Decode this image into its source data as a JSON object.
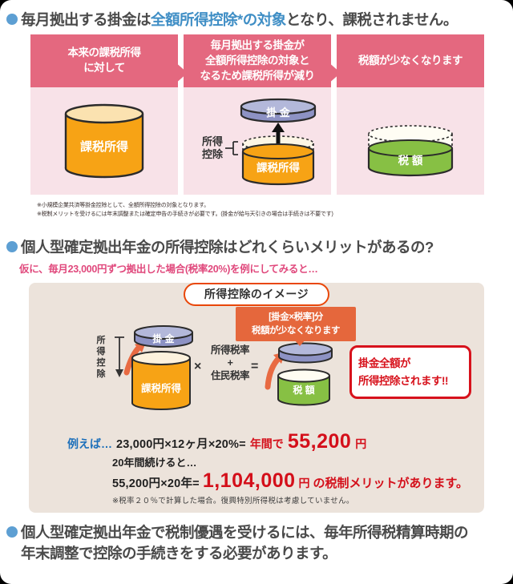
{
  "colors": {
    "header_pink": "#e4687f",
    "body_pink": "#f8e2e8",
    "bullet_blue": "#5d9fd3",
    "highlight_blue": "#3f8ec5",
    "cylinder_orange": "#f7a315",
    "disc_blue": "#8d92c4",
    "cylinder_green": "#87c044",
    "callout_orange": "#e5673c",
    "accent_red": "#d7121c",
    "sub_pink": "#e0487c",
    "panel_beige": "#ece3db"
  },
  "section1": {
    "heading": {
      "pre": "毎月拠出する掛金は",
      "highlight": "全額所得控除*の対象",
      "post": "となり、課税されません。"
    },
    "boxes": [
      {
        "header_lines": [
          "本来の課税所得",
          "に対して"
        ],
        "cylinder_label": "課税所得"
      },
      {
        "header_lines": [
          "毎月拠出する掛金が",
          "全額所得控除の対象と",
          "なるため課税所得が減り"
        ],
        "deduction_lines": [
          "所得",
          "控除"
        ],
        "disc_label": "掛 金",
        "cylinder_label": "課税所得"
      },
      {
        "header_lines": [
          "税額が少なくなります"
        ],
        "cylinder_label": "税 額"
      }
    ],
    "footnotes": [
      "※小規模企業共済等掛金控除として、全額所得控除の対象となります。",
      "※税制メリットを受けるには年末調整または確定申告の手続きが必要です。(掛金が給与天引きの場合は手続きは不要です)"
    ]
  },
  "section2": {
    "heading": "個人型確定拠出年金の所得控除はどれくらいメリットがあるの?",
    "subheading": "仮に、毎月23,000円ずつ拠出した場合(税率20%)を例にしてみると…",
    "panel": {
      "pill": "所得控除のイメージ",
      "diagram": {
        "deduction_chars": [
          "所",
          "得",
          "控",
          "除"
        ],
        "disc_label": "掛 金",
        "cylinder_label": "課税所得",
        "times": "×",
        "rates_lines": [
          "所得税率",
          "+",
          "住民税率"
        ],
        "equals": "=",
        "callout_lines": [
          "[掛金×税率]分",
          "税額が少なくなります"
        ],
        "tax_cylinder_label": "税 額",
        "highlight_box_lines": [
          "掛金全額が",
          "所得控除されます!!"
        ]
      },
      "example": {
        "lead": "例えば…",
        "formula1": "23,000円×12ヶ月×20%=",
        "result1_prefix": "年間で",
        "result1_value": "55,200",
        "result1_unit": "円",
        "continue_label": "20年間続けると…",
        "formula2": "55,200円×20年=",
        "result2_value": "1,104,000",
        "result2_unit": "円",
        "result2_suffix": "の税制メリットがあります。",
        "note": "※税率２０％で計算した場合。復興特別所得税は考慮していません。"
      }
    }
  },
  "section3": {
    "heading_lines": [
      "個人型確定拠出年金で税制優遇を受けるには、毎年所得税精算時期の",
      "年末調整で控除の手続きをする必要があります。"
    ]
  }
}
